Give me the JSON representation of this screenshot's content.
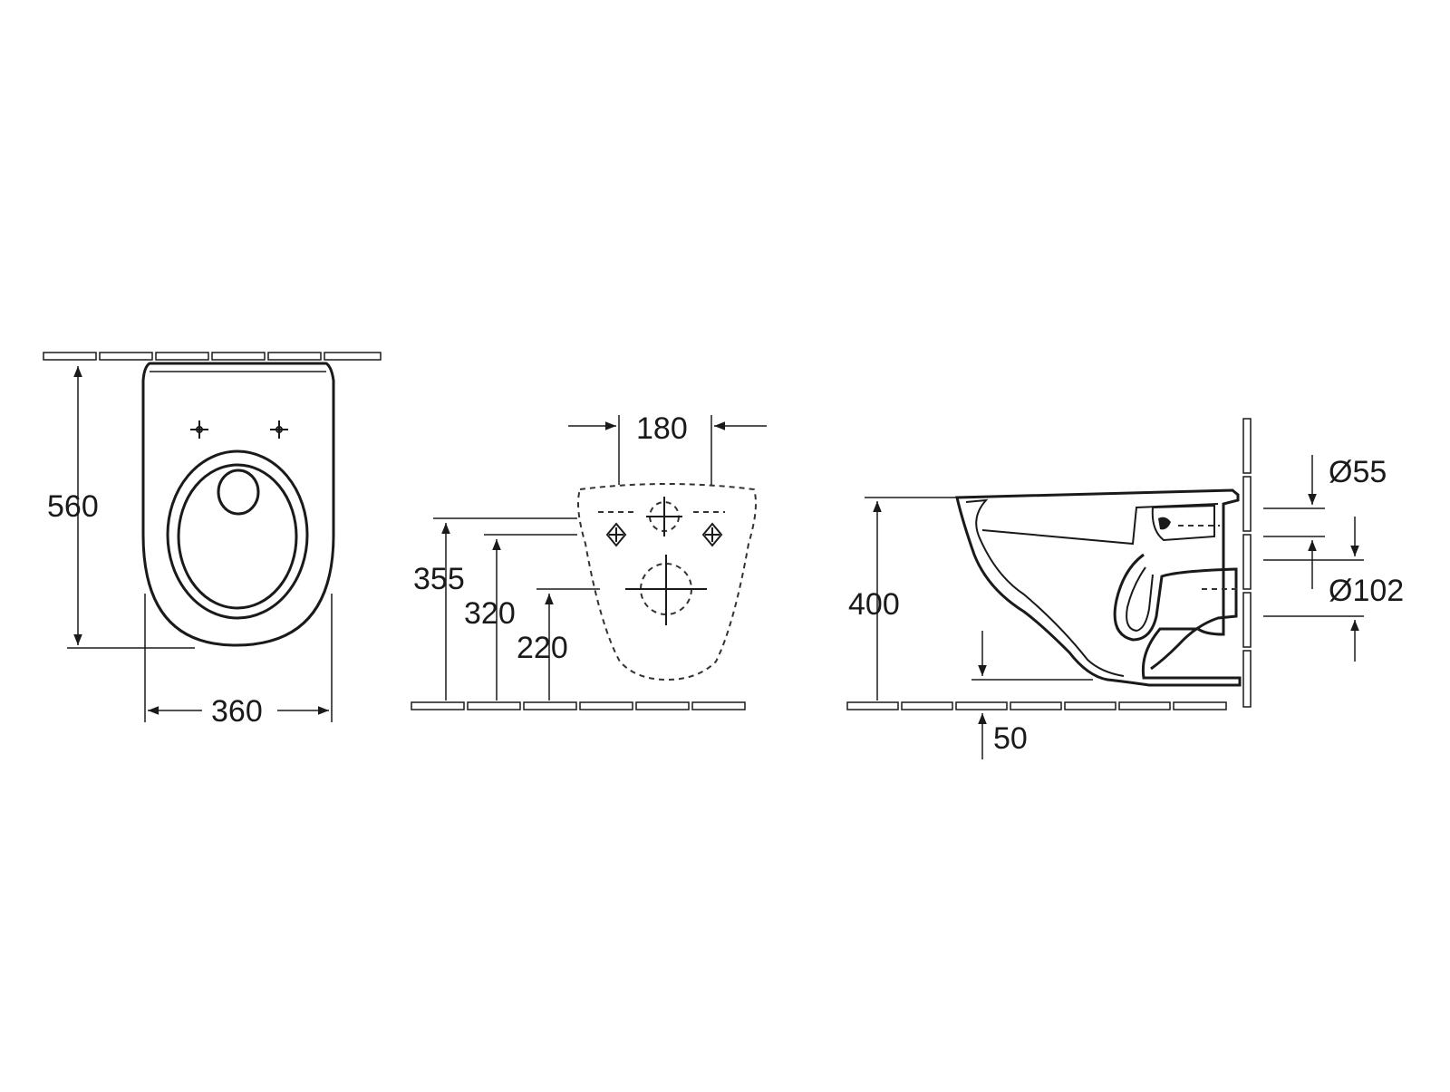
{
  "dimensions": {
    "top_view": {
      "depth": "560",
      "width": "360"
    },
    "wall_view": {
      "fixing_spacing": "180",
      "height_355": "355",
      "height_320": "320",
      "height_220": "220"
    },
    "side_view": {
      "height_400": "400",
      "gap_50": "50",
      "inlet_diameter": "Ø55",
      "outlet_diameter": "Ø102"
    }
  },
  "colors": {
    "line": "#1a1a1a",
    "background": "#ffffff"
  }
}
